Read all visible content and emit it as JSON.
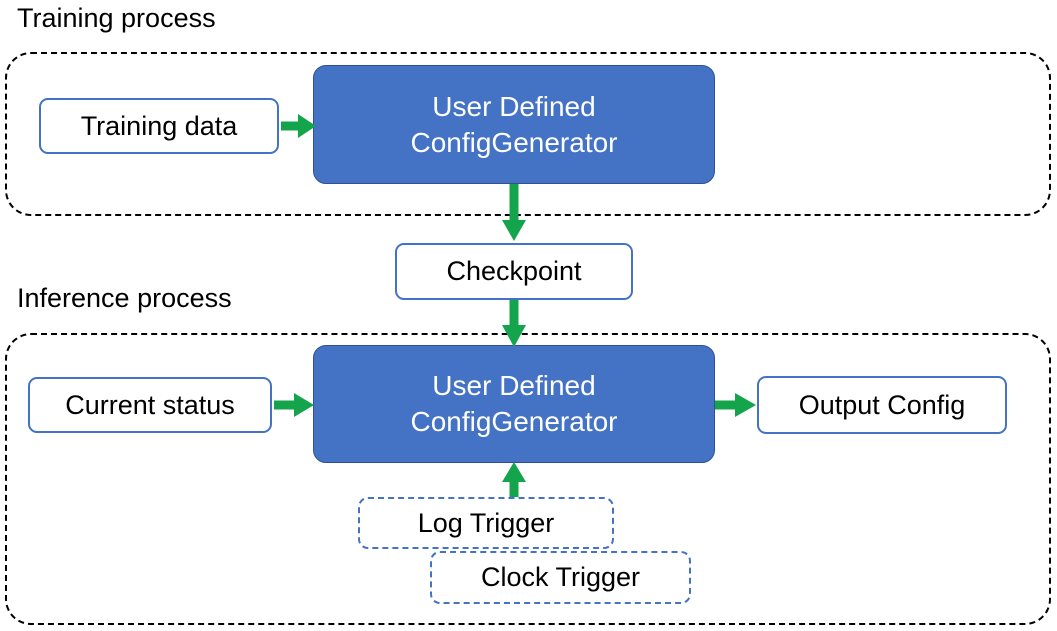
{
  "diagram": {
    "title_training": "Training process",
    "title_inference": "Inference process",
    "colors": {
      "process_fill": "#4472C4",
      "process_border": "#2F528F",
      "node_border": "#4472C4",
      "group_border": "#000000",
      "arrow": "#14A44B",
      "text_dark": "#000000",
      "text_light": "#FFFFFF",
      "background": "#FFFFFF"
    },
    "training": {
      "group_label": "Training process",
      "input": {
        "label": "Training data"
      },
      "process": {
        "line1": "User Defined",
        "line2": "ConfigGenerator"
      }
    },
    "checkpoint": {
      "label": "Checkpoint"
    },
    "inference": {
      "group_label": "Inference process",
      "input": {
        "label": "Current status"
      },
      "process": {
        "line1": "User Defined",
        "line2": "ConfigGenerator"
      },
      "output": {
        "label": "Output Config"
      },
      "triggers": [
        {
          "label": "Log Trigger"
        },
        {
          "label": "Clock Trigger"
        }
      ]
    },
    "edges": [
      {
        "from": "Training data",
        "to": "User Defined ConfigGenerator",
        "direction": "right"
      },
      {
        "from": "User Defined ConfigGenerator",
        "to": "Checkpoint",
        "direction": "down"
      },
      {
        "from": "Checkpoint",
        "to": "User Defined ConfigGenerator",
        "direction": "down"
      },
      {
        "from": "Current status",
        "to": "User Defined ConfigGenerator",
        "direction": "right"
      },
      {
        "from": "User Defined ConfigGenerator",
        "to": "Output Config",
        "direction": "right"
      },
      {
        "from": "Log Trigger",
        "to": "User Defined ConfigGenerator",
        "direction": "up"
      }
    ]
  }
}
